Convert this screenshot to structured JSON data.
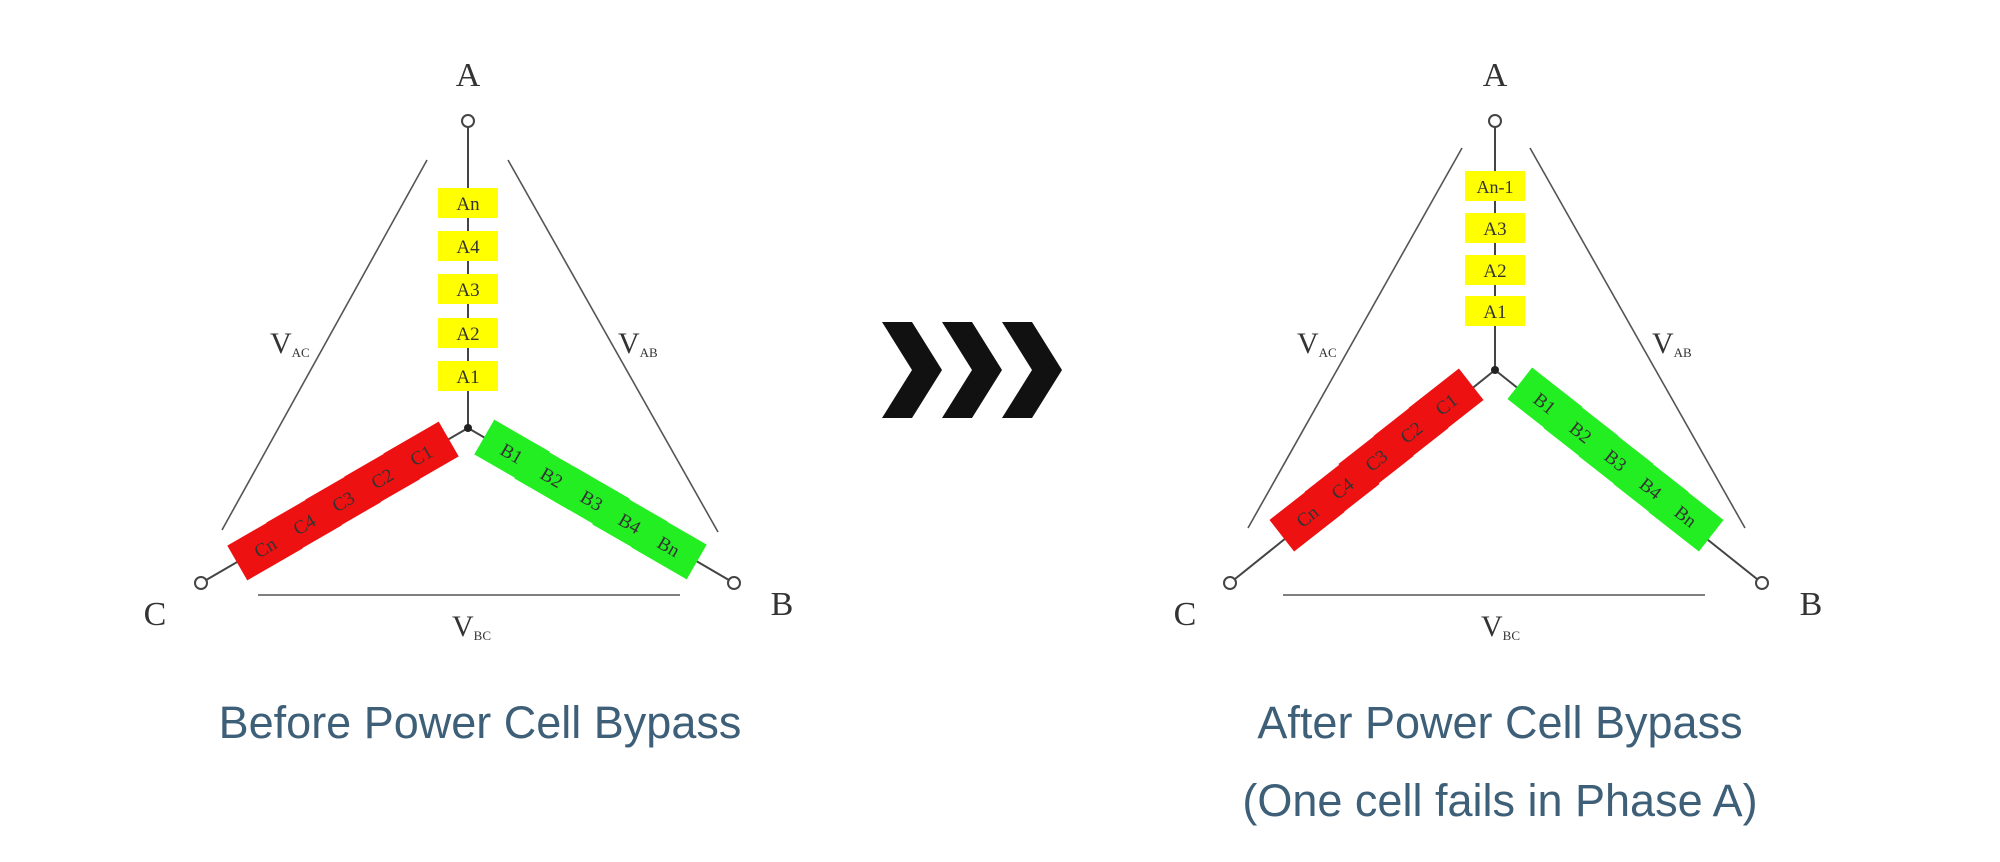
{
  "diagrams": {
    "before": {
      "node_labels": {
        "a": "A",
        "b": "B",
        "c": "C"
      },
      "voltage_labels": {
        "ac": {
          "main": "V",
          "sub": "AC"
        },
        "ab": {
          "main": "V",
          "sub": "AB"
        },
        "bc": {
          "main": "V",
          "sub": "BC"
        }
      },
      "phase_a_cells": [
        "An",
        "A4",
        "A3",
        "A2",
        "A1"
      ],
      "phase_b_cells": [
        "B1",
        "B2",
        "B3",
        "B4",
        "Bn"
      ],
      "phase_c_cells": [
        "C1",
        "C2",
        "C3",
        "C4",
        "Cn"
      ],
      "caption": "Before Power Cell Bypass"
    },
    "after": {
      "node_labels": {
        "a": "A",
        "b": "B",
        "c": "C"
      },
      "voltage_labels": {
        "ac": {
          "main": "V",
          "sub": "AC"
        },
        "ab": {
          "main": "V",
          "sub": "AB"
        },
        "bc": {
          "main": "V",
          "sub": "BC"
        }
      },
      "phase_a_cells": [
        "An-1",
        "A3",
        "A2",
        "A1"
      ],
      "phase_b_cells": [
        "B1",
        "B2",
        "B3",
        "B4",
        "Bn"
      ],
      "phase_c_cells": [
        "C1",
        "C2",
        "C3",
        "C4",
        "Cn"
      ],
      "caption_line1": "After Power Cell Bypass",
      "caption_line2": "(One cell fails in Phase A)"
    }
  },
  "colors": {
    "phase_a": "#ffff00",
    "phase_b": "#22ee22",
    "phase_c": "#ee1111",
    "cell_text_a": "#222222",
    "cell_text_bc": "#2a2aaa",
    "line": "#444444",
    "arrow": "#111111",
    "caption": "#3e5f78"
  },
  "icons": {
    "transition": "triple-chevron-right-icon"
  }
}
